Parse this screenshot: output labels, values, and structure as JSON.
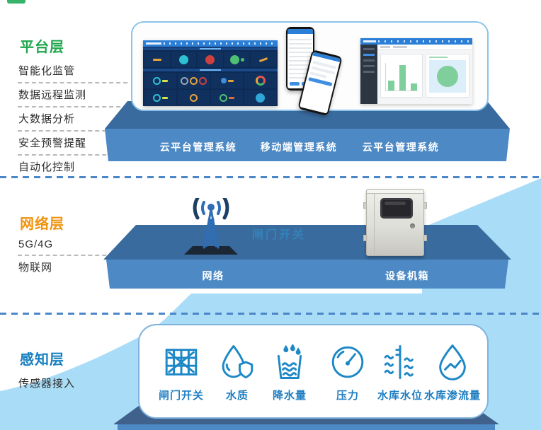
{
  "layers": {
    "platform": {
      "title": "平台层",
      "items": [
        "智能化监管",
        "数据远程监测",
        "大数据分析",
        "安全预警提醒",
        "自动化控制"
      ],
      "stage_labels": [
        "云平台管理系统",
        "移动端管理系统",
        "云平台管理系统"
      ]
    },
    "network": {
      "title": "网络层",
      "items": [
        "5G/4G",
        "物联网"
      ],
      "stage_labels": [
        "网络",
        "设备机箱"
      ],
      "watermark": "闸门开关"
    },
    "perception": {
      "title": "感知层",
      "items": [
        "传感器接入"
      ],
      "sensors": [
        {
          "label": "闸门开关",
          "icon": "gate-icon"
        },
        {
          "label": "水质",
          "icon": "water-quality-icon"
        },
        {
          "label": "降水量",
          "icon": "rainfall-icon"
        },
        {
          "label": "压力",
          "icon": "pressure-icon"
        },
        {
          "label": "水库水位",
          "icon": "water-level-icon"
        },
        {
          "label": "水库渗流量",
          "icon": "seepage-icon"
        }
      ]
    }
  },
  "palette": {
    "accent_light_blue": "#a9dcf6",
    "stage_front_blue": "#4c89c5",
    "stage_top_blue": "#3a6b9e",
    "bottom_stage_top": "#3f618c",
    "dashed_line_blue": "#4a86c8",
    "sensor_icon_blue": "#1e88c7",
    "platform_title_green": "#1ea64b",
    "network_title_orange": "#f0930f",
    "perception_title_blue": "#177fc0"
  }
}
